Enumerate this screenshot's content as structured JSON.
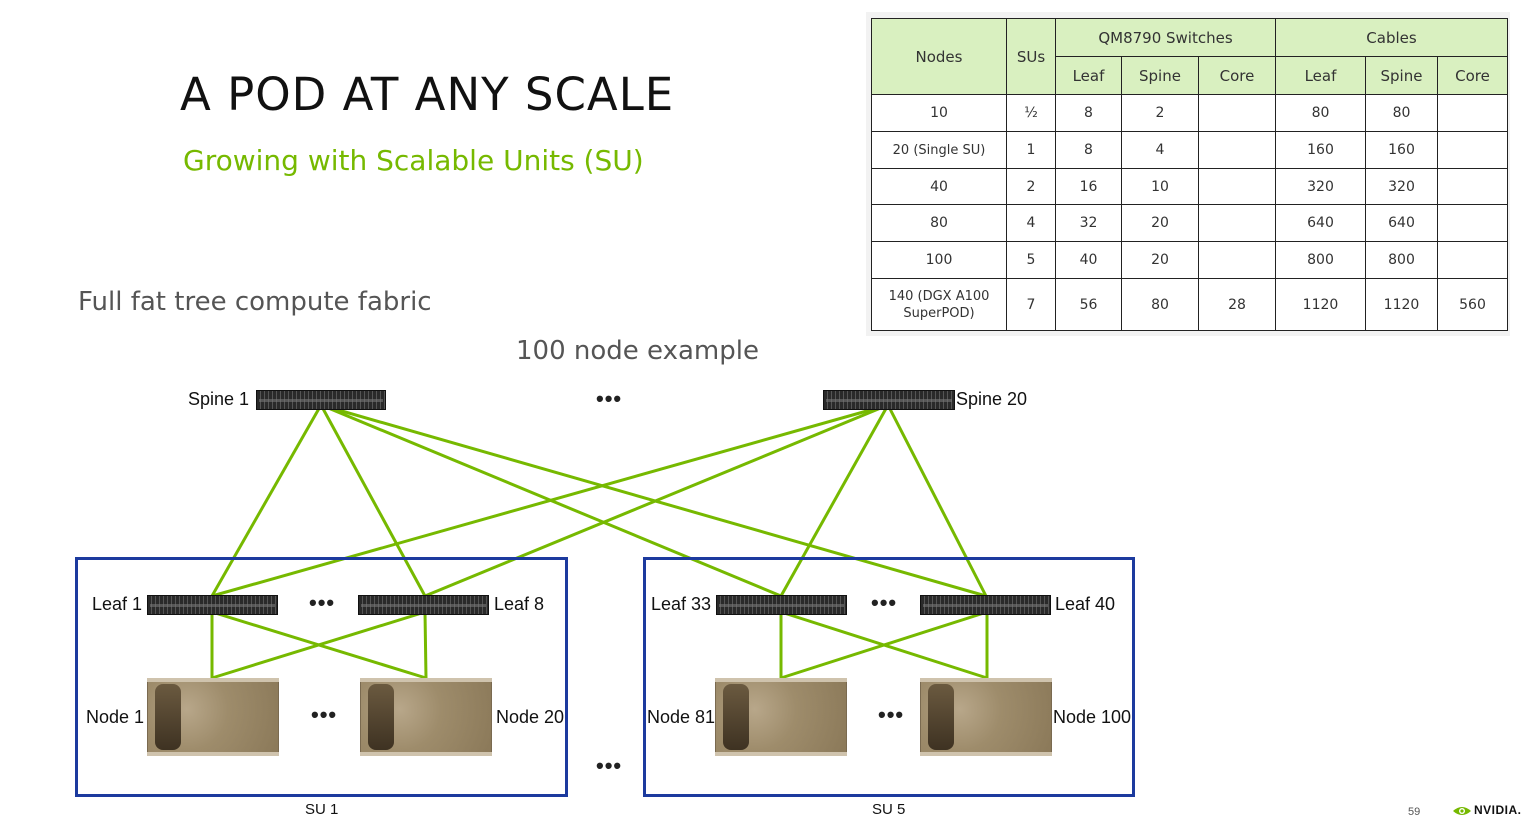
{
  "slide": {
    "title": "A POD AT ANY SCALE",
    "subtitle": "Growing with Scalable Units (SU)",
    "fabric_label": "Full fat tree compute fabric",
    "example_label": "100 node example",
    "page_number": "59",
    "brand": "NVIDIA."
  },
  "colors": {
    "accent": "#76b900",
    "su_border": "#1c3a9e",
    "header_bg": "#d9f0c0"
  },
  "diagram": {
    "spines": [
      "Spine 1",
      "Spine 20"
    ],
    "leaves": [
      "Leaf 1",
      "Leaf 8",
      "Leaf 33",
      "Leaf 40"
    ],
    "nodes": [
      "Node 1",
      "Node 20",
      "Node 81",
      "Node 100"
    ],
    "ellipsis": "•••",
    "su_labels": [
      "SU 1",
      "SU 5"
    ]
  },
  "table": {
    "header_top": {
      "nodes": "Nodes",
      "sus": "SUs",
      "switches": "QM8790 Switches",
      "cables": "Cables"
    },
    "header_sub": [
      "Leaf",
      "Spine",
      "Core",
      "Leaf",
      "Spine",
      "Core"
    ],
    "rows": [
      [
        "10",
        "½",
        "8",
        "2",
        "",
        "80",
        "80",
        ""
      ],
      [
        "20 (Single SU)",
        "1",
        "8",
        "4",
        "",
        "160",
        "160",
        ""
      ],
      [
        "40",
        "2",
        "16",
        "10",
        "",
        "320",
        "320",
        ""
      ],
      [
        "80",
        "4",
        "32",
        "20",
        "",
        "640",
        "640",
        ""
      ],
      [
        "100",
        "5",
        "40",
        "20",
        "",
        "800",
        "800",
        ""
      ],
      [
        "140 (DGX A100 SuperPOD)",
        "7",
        "56",
        "80",
        "28",
        "1120",
        "1120",
        "560"
      ]
    ]
  }
}
